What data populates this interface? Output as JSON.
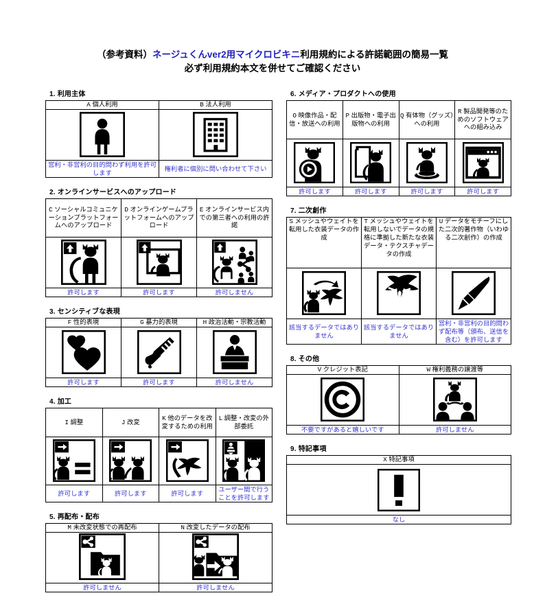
{
  "title": {
    "line1_pre": "（参考資料）",
    "line1_blue": "ネージュくんver2用マイクロビキニ",
    "line1_post": "利用規約による許諾範囲の簡易一覧",
    "line2": "必ず利用規約本文を併せてご確認ください"
  },
  "colors": {
    "title_blue": "#2222bb",
    "permission_blue": "#3333cc",
    "text_black": "#000000",
    "border": "#000000"
  },
  "sections": [
    {
      "id": "s1",
      "heading": "1. 利用主体",
      "column": "left",
      "items": [
        {
          "letter": "A",
          "label": "個人利用",
          "icon": "person-icon",
          "permission": "営利・非営利の目的問わず利用を許可します"
        },
        {
          "letter": "B",
          "label": "法人利用",
          "icon": "building-icon",
          "permission": "権利者に個別に問い合わせて下さい"
        }
      ]
    },
    {
      "id": "s2",
      "heading": "2. オンラインサービスへのアップロード",
      "column": "left",
      "items": [
        {
          "letter": "C",
          "label": "ソーシャルコミュニケーションプラットフォームへのアップロード",
          "icon": "upload-cat-icon",
          "permission": "許可します"
        },
        {
          "letter": "D",
          "label": "オンラインゲームプラットフォームへのアップロード",
          "icon": "upload-cat-monitor-icon",
          "permission": "許可します"
        },
        {
          "letter": "E",
          "label": "オンラインサービス内での第三者への利用の許諾",
          "icon": "upload-cat-share-icon",
          "permission": "許可しません"
        }
      ]
    },
    {
      "id": "s3",
      "heading": "3. センシティブな表現",
      "column": "left",
      "items": [
        {
          "letter": "F",
          "label": "性的表現",
          "icon": "hearts-icon",
          "permission": "許可します"
        },
        {
          "letter": "G",
          "label": "暴力的表現",
          "icon": "knife-icon",
          "permission": "許可します"
        },
        {
          "letter": "H",
          "label": "政治活動・宗教活動",
          "icon": "podium-speaker-icon",
          "permission": "許可しません"
        }
      ]
    },
    {
      "id": "s4",
      "heading": "4. 加工",
      "column": "left",
      "items": [
        {
          "letter": "I",
          "label": "調整",
          "icon": "arrow-cat-equals-icon",
          "permission": "許可します"
        },
        {
          "letter": "J",
          "label": "改変",
          "icon": "arrow-cat-cat-icon",
          "permission": "許可します"
        },
        {
          "letter": "K",
          "label": "他のデータを改変するための利用",
          "icon": "arrow-cat-mesh-icon",
          "permission": "許可します"
        },
        {
          "letter": "L",
          "label": "調整・改変の外部委託",
          "icon": "outsourcing-cats-icon",
          "permission": "ユーザー間で行うことを許可します"
        }
      ]
    },
    {
      "id": "s5",
      "heading": "5. 再配布・配布",
      "column": "left",
      "items": [
        {
          "letter": "M",
          "label": "未改変状態での再配布",
          "icon": "share-folder-cat-icon",
          "permission": "許可しません"
        },
        {
          "letter": "N",
          "label": "改変したデータの配布",
          "icon": "share-folder-modified-cat-icon",
          "permission": "許可しません"
        }
      ]
    },
    {
      "id": "s6",
      "heading": "6. メディア・プロダクトへの使用",
      "column": "right",
      "items": [
        {
          "letter": "O",
          "label": "映像作品・配信・放送への利用",
          "icon": "play-cat-icon",
          "permission": "許可します"
        },
        {
          "letter": "P",
          "label": "出版物・電子出版物への利用",
          "icon": "page-cat-icon",
          "permission": "許可します"
        },
        {
          "letter": "Q",
          "label": "有体物（グッズ）への利用",
          "icon": "figurine-cat-icon",
          "permission": "許可します"
        },
        {
          "letter": "R",
          "label": "製品開発等のためのソフトウェアへの組み込み",
          "icon": "window-cat-icon",
          "permission": "許可します"
        }
      ]
    },
    {
      "id": "s7",
      "heading": "7. 二次創作",
      "column": "right",
      "items": [
        {
          "letter": "S",
          "label": "メッシュやウェイトを転用した衣装データの作成",
          "icon": "cat-to-mesh-icon",
          "permission": "該当するデータではありません"
        },
        {
          "letter": "T",
          "label": "メッシュやウェイトを転用しないでデータの規格に準拠した新たな衣装データ・テクスチャデータの作成",
          "icon": "mesh-only-icon",
          "permission": "該当するデータではありません"
        },
        {
          "letter": "U",
          "label": "データをモチーフにした二次的著作物（いわゆる二次創作）の作成",
          "icon": "paintbrush-icon",
          "permission": "営利・非営利の目的問わず配布等（頒布、送信を含む）を許可します"
        }
      ]
    },
    {
      "id": "s8",
      "heading": "8. その他",
      "column": "right",
      "items": [
        {
          "letter": "V",
          "label": "クレジット表記",
          "icon": "copyright-icon",
          "permission": "不要ですがあると嬉しいです"
        },
        {
          "letter": "W",
          "label": "権利義務の譲渡等",
          "icon": "transfer-cat-icon",
          "permission": "許可しません"
        }
      ]
    },
    {
      "id": "s9",
      "heading": "9. 特記事項",
      "column": "right",
      "items": [
        {
          "letter": "X",
          "label": "特記事項",
          "icon": "exclamation-icon",
          "permission": "なし"
        }
      ]
    }
  ]
}
